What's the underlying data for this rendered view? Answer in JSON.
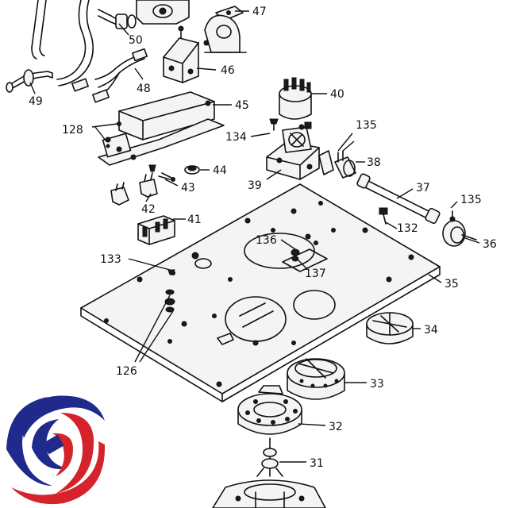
{
  "callouts": [
    {
      "id": "c47",
      "label": "47"
    },
    {
      "id": "c50",
      "label": "50"
    },
    {
      "id": "c46",
      "label": "46"
    },
    {
      "id": "c49",
      "label": "49"
    },
    {
      "id": "c48",
      "label": "48"
    },
    {
      "id": "c40",
      "label": "40"
    },
    {
      "id": "c45",
      "label": "45"
    },
    {
      "id": "c128",
      "label": "128"
    },
    {
      "id": "c135a",
      "label": "135"
    },
    {
      "id": "c134",
      "label": "134"
    },
    {
      "id": "c38",
      "label": "38"
    },
    {
      "id": "c44",
      "label": "44"
    },
    {
      "id": "c39",
      "label": "39"
    },
    {
      "id": "c43",
      "label": "43"
    },
    {
      "id": "c37",
      "label": "37"
    },
    {
      "id": "c42",
      "label": "42"
    },
    {
      "id": "c135b",
      "label": "135"
    },
    {
      "id": "c41",
      "label": "41"
    },
    {
      "id": "c132",
      "label": "132"
    },
    {
      "id": "c36",
      "label": "36"
    },
    {
      "id": "c136",
      "label": "136"
    },
    {
      "id": "c133",
      "label": "133"
    },
    {
      "id": "c137",
      "label": "137"
    },
    {
      "id": "c35",
      "label": "35"
    },
    {
      "id": "c34",
      "label": "34"
    },
    {
      "id": "c126",
      "label": "126"
    },
    {
      "id": "c33",
      "label": "33"
    },
    {
      "id": "c32",
      "label": "32"
    },
    {
      "id": "c31",
      "label": "31"
    }
  ]
}
